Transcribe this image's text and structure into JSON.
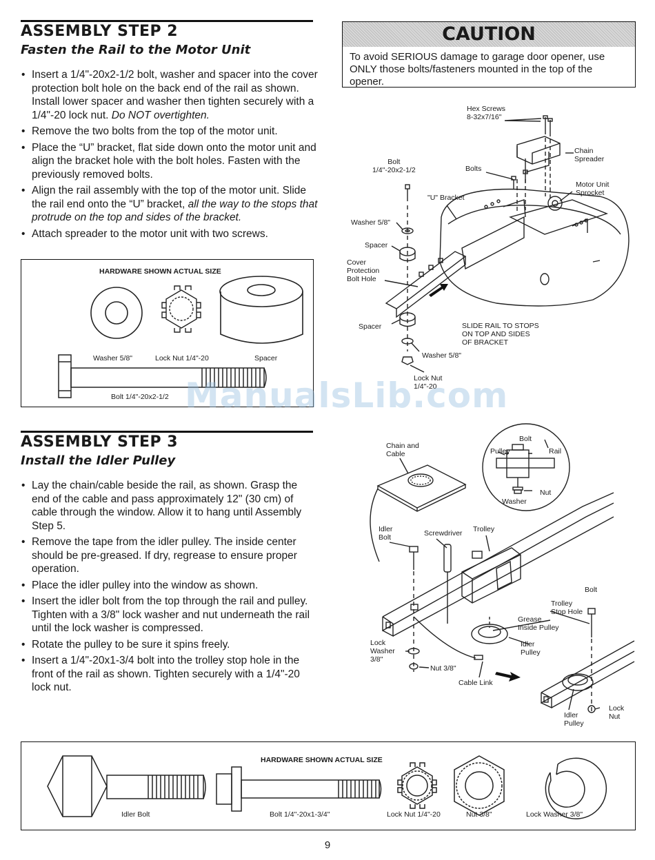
{
  "step2": {
    "title": "ASSEMBLY STEP 2",
    "subtitle": "Fasten the Rail to the Motor Unit",
    "bullets": [
      {
        "text": "Insert a 1/4\"-20x2-1/2 bolt, washer and spacer into the cover protection bolt hole on the back end of the rail as shown. Install lower spacer and washer then tighten securely with a 1/4\"-20 lock nut. ",
        "emph": "Do NOT overtighten."
      },
      {
        "text": "Remove the two bolts from the top of the motor unit.",
        "emph": ""
      },
      {
        "text": "Place the “U” bracket, flat side down onto the motor unit and align the bracket hole with the bolt holes. Fasten with the previously removed bolts.",
        "emph": ""
      },
      {
        "text": "Align the rail assembly with the top of the motor unit. Slide the rail end onto the “U” bracket, ",
        "emph": "all the way to the stops that protrude on the top and sides of the bracket."
      },
      {
        "text": "Attach spreader to the motor unit with two screws.",
        "emph": ""
      }
    ],
    "hardware": {
      "title": "HARDWARE SHOWN ACTUAL SIZE",
      "washer": "Washer  5/8\"",
      "locknut": "Lock Nut 1/4\"-20",
      "spacer": "Spacer",
      "bolt": "Bolt 1/4\"-20x2-1/2"
    }
  },
  "caution": {
    "title": "CAUTION",
    "text": "To avoid SERIOUS damage to garage door opener, use ONLY those bolts/fasteners mounted in the top of the opener."
  },
  "diagram1": {
    "hex_screws": "Hex Screws\n8-32x7/16\"",
    "chain_spreader": "Chain\nSpreader",
    "bolt": "Bolt\n1/4\"-20x2-1/2",
    "bolts": "Bolts",
    "motor_sprocket": "Motor Unit\nSprocket",
    "u_bracket": "\"U\" Bracket",
    "washer_top": "Washer 5/8\"",
    "spacer_top": "Spacer",
    "cover_protection": "Cover\nProtection\nBolt Hole",
    "spacer_bottom": "Spacer",
    "slide_note": "SLIDE RAIL TO STOPS\nON TOP AND SIDES\nOF BRACKET",
    "washer_bottom": "Washer  5/8\"",
    "lock_nut": "Lock Nut\n1/4\"-20"
  },
  "step3": {
    "title": "ASSEMBLY STEP 3",
    "subtitle": "Install the Idler Pulley",
    "bullets": [
      "Lay the chain/cable beside the rail, as shown. Grasp the end of the cable and pass approximately 12\" (30 cm) of cable through the window. Allow it to hang until Assembly Step 5.",
      "Remove the tape from the idler pulley. The inside center should be pre-greased. If dry, regrease to ensure proper operation.",
      "Place the idler pulley into the window as shown.",
      "Insert the idler bolt from the top through the rail and pulley. Tighten with a 3/8\" lock washer and nut underneath the rail until the lock washer is compressed.",
      "Rotate the pulley to be sure it spins freely.",
      "Insert a 1/4\"-20x1-3/4 bolt into the trolley stop hole in the front of the rail as shown. Tighten securely with a 1/4\"-20 lock nut."
    ],
    "hardware": {
      "title": "HARDWARE SHOWN ACTUAL SIZE",
      "idler_bolt": "Idler Bolt",
      "bolt": "Bolt 1/4\"-20x1-3/4\"",
      "locknut": "Lock Nut 1/4\"-20",
      "nut": "Nut 3/8\"",
      "lockwasher": "Lock Washer 3/8\""
    }
  },
  "diagram2": {
    "chain_cable": "Chain and\nCable",
    "bolt_inset": "Bolt",
    "pulley_inset": "Pulley",
    "rail_inset": "Rail",
    "nut_inset": "Nut",
    "washer_inset": "Washer",
    "idler_bolt": "Idler\nBolt",
    "screwdriver": "Screwdriver",
    "trolley": "Trolley",
    "bolt_right": "Bolt",
    "trolley_stop": "Trolley\nStop Hole",
    "grease": "Grease\nInside Pulley",
    "idler_pulley": "Idler\nPulley",
    "lock_washer": "Lock\nWasher\n3/8\"",
    "nut": "Nut 3/8\"",
    "cable_link": "Cable Link",
    "lock_nut": "Lock\nNut",
    "idler_pulley_bottom": "Idler\nPulley"
  },
  "watermark": "ManualsLib.com",
  "page_number": "9"
}
